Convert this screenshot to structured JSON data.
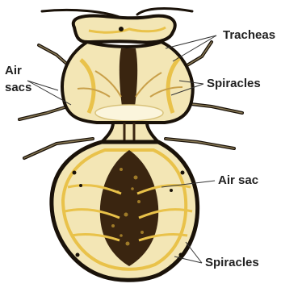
{
  "figure": {
    "labels": {
      "tracheas": "Tracheas",
      "air_sacs_line1": "Air",
      "air_sacs_line2": "sacs",
      "spiracles_top": "Spiracles",
      "air_sac": "Air sac",
      "spiracles_bottom": "Spiracles"
    },
    "colors": {
      "outline": "#1a1209",
      "body_fill": "#f3e6b5",
      "trachea_yellow": "#e9c24a",
      "dark_tissue": "#3a2510",
      "leader_line": "#333333"
    }
  }
}
